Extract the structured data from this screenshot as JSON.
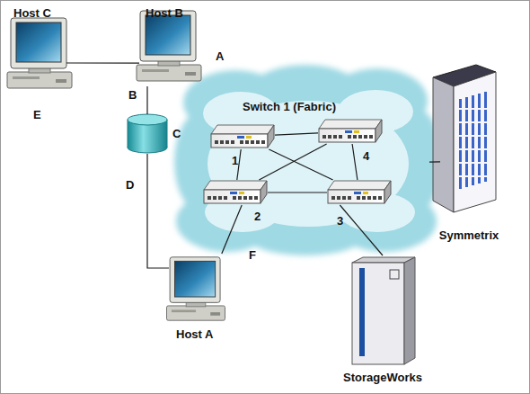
{
  "diagram": {
    "nodes": [
      {
        "text": [
          "Host C"
        ]
      },
      {
        "text": [
          "Host B"
        ]
      },
      {
        "text": [
          "C"
        ]
      },
      {
        "text": [
          "Switch 1 (Fabric)"
        ]
      },
      {
        "text": [
          "1"
        ],
        "in": 3
      },
      {
        "text": [
          "4"
        ],
        "in": 3
      },
      {
        "text": [
          "2"
        ],
        "in": 3
      },
      {
        "text": [
          "3"
        ],
        "in": 3
      },
      {
        "text": [
          "Symmetrix"
        ]
      },
      {
        "text": [
          "Host A"
        ]
      },
      {
        "text": [
          "StorageWorks"
        ]
      }
    ],
    "edges": [
      {
        "from": 0,
        "to": 1,
        "arrow": "none"
      },
      {
        "from": 1,
        "to": 2,
        "arrow": "none"
      },
      {
        "from": 2,
        "to": 9,
        "arrow": "none"
      },
      {
        "from": 4,
        "to": 5,
        "arrow": "none"
      },
      {
        "from": 4,
        "to": 6,
        "arrow": "none"
      },
      {
        "from": 4,
        "to": 7,
        "arrow": "none"
      },
      {
        "from": 5,
        "to": 6,
        "arrow": "none"
      },
      {
        "from": 5,
        "to": 7,
        "arrow": "none"
      },
      {
        "from": 6,
        "to": 7,
        "arrow": "none"
      },
      {
        "from": 6,
        "to": 9,
        "arrow": "none"
      },
      {
        "from": 3,
        "to": 8,
        "arrow": "none"
      },
      {
        "from": 7,
        "to": 10,
        "arrow": "none"
      }
    ],
    "labels": [
      "A",
      "B",
      "D",
      "E",
      "F"
    ]
  }
}
